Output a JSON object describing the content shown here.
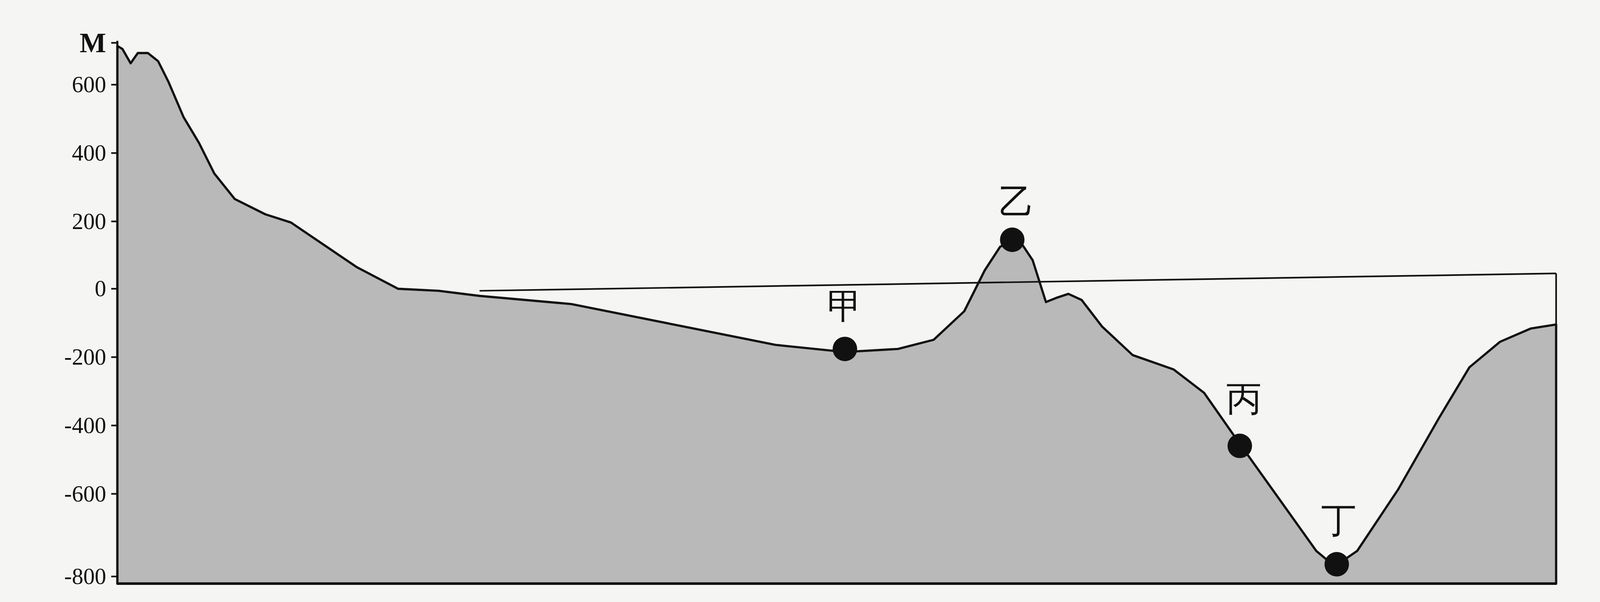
{
  "diagram": {
    "labels": [
      "M",
      "600",
      "400",
      "200",
      "0",
      "-200",
      "-400",
      "-600",
      "-800",
      "甲",
      "乙",
      "丙",
      "丁"
    ]
  }
}
